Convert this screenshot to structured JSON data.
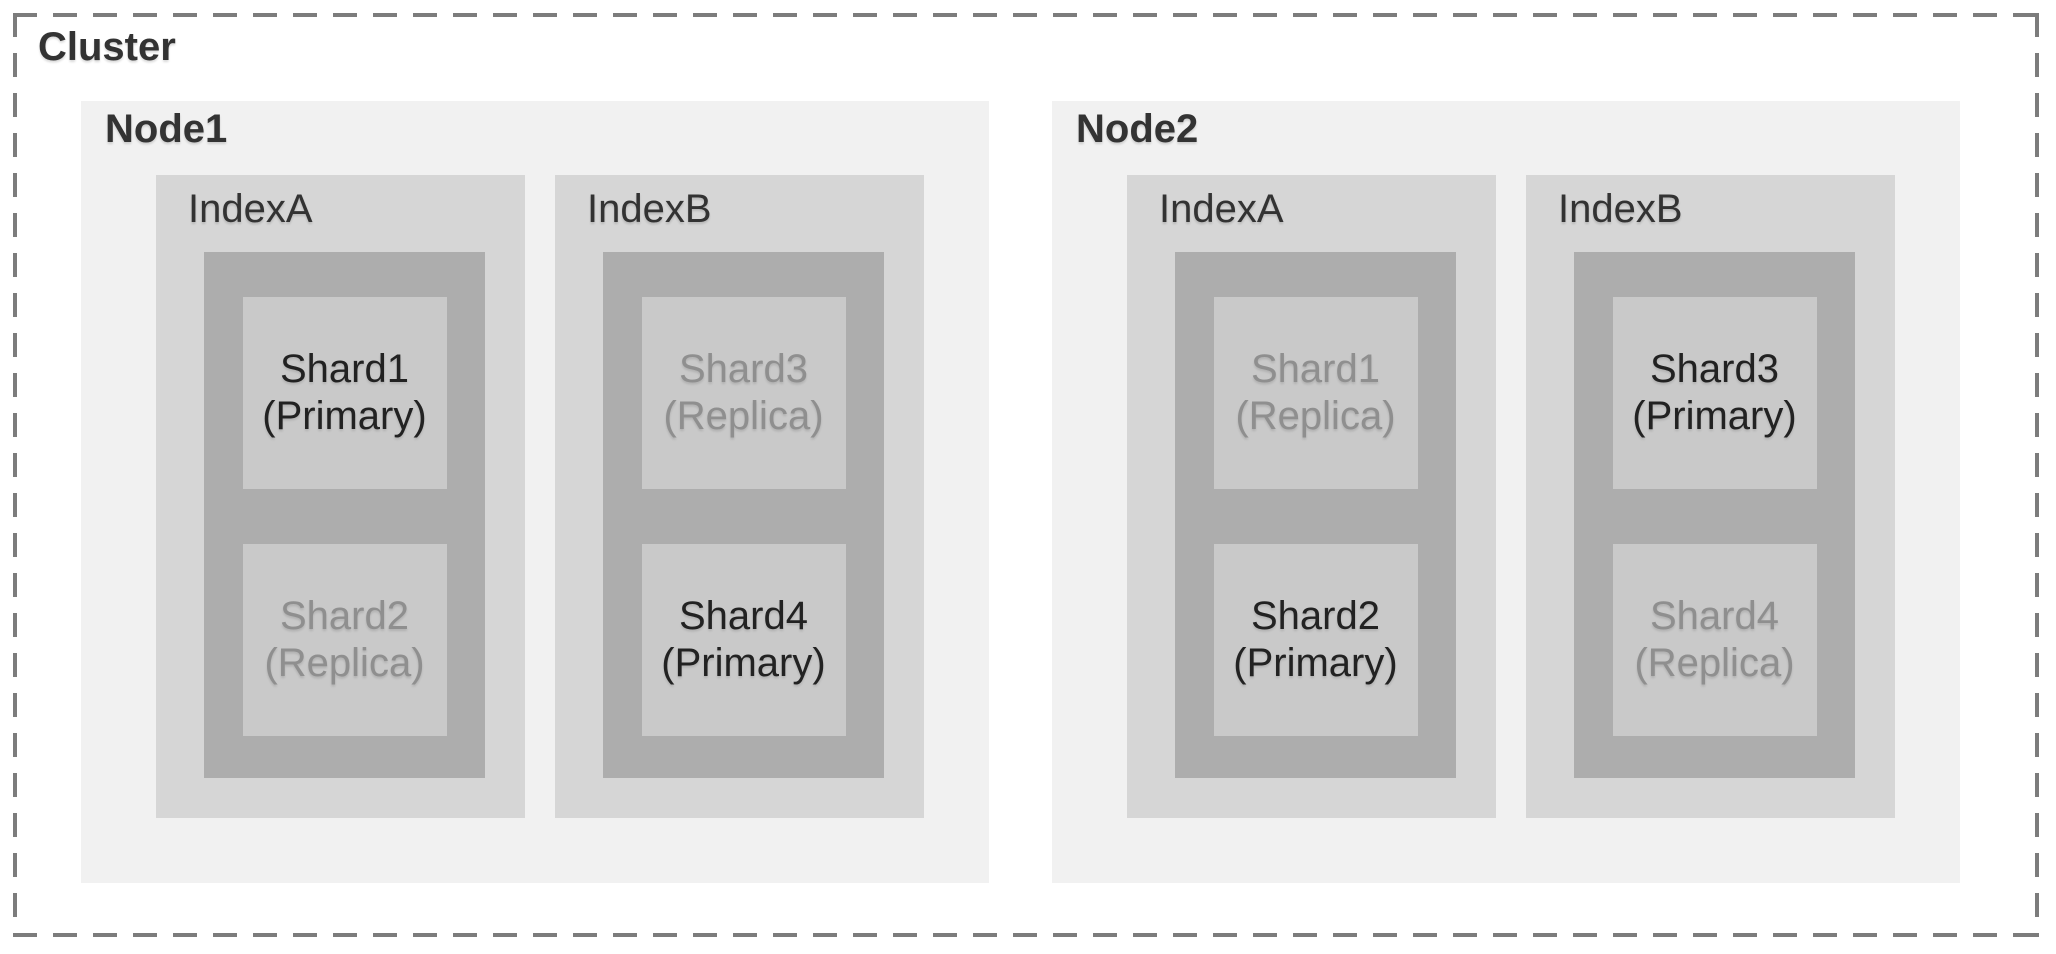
{
  "diagram": {
    "title": "Cluster",
    "colors": {
      "border": "#7c7c7c",
      "node_bg": "#f1f1f1",
      "index_bg": "#d6d6d6",
      "shard_container_bg": "#adadad",
      "shard_bg": "#c9c9c9",
      "label_text": "#333333",
      "primary_text": "#222222",
      "replica_text": "#8f8f8f"
    },
    "nodes": [
      {
        "label": "Node1",
        "indexes": [
          {
            "label": "IndexA",
            "shards": [
              {
                "name": "Shard1",
                "role": "(Primary)",
                "type": "primary"
              },
              {
                "name": "Shard2",
                "role": "(Replica)",
                "type": "replica"
              }
            ]
          },
          {
            "label": "IndexB",
            "shards": [
              {
                "name": "Shard3",
                "role": "(Replica)",
                "type": "replica"
              },
              {
                "name": "Shard4",
                "role": "(Primary)",
                "type": "primary"
              }
            ]
          }
        ]
      },
      {
        "label": "Node2",
        "indexes": [
          {
            "label": "IndexA",
            "shards": [
              {
                "name": "Shard1",
                "role": "(Replica)",
                "type": "replica"
              },
              {
                "name": "Shard2",
                "role": "(Primary)",
                "type": "primary"
              }
            ]
          },
          {
            "label": "IndexB",
            "shards": [
              {
                "name": "Shard3",
                "role": "(Primary)",
                "type": "primary"
              },
              {
                "name": "Shard4",
                "role": "(Replica)",
                "type": "replica"
              }
            ]
          }
        ]
      }
    ]
  }
}
